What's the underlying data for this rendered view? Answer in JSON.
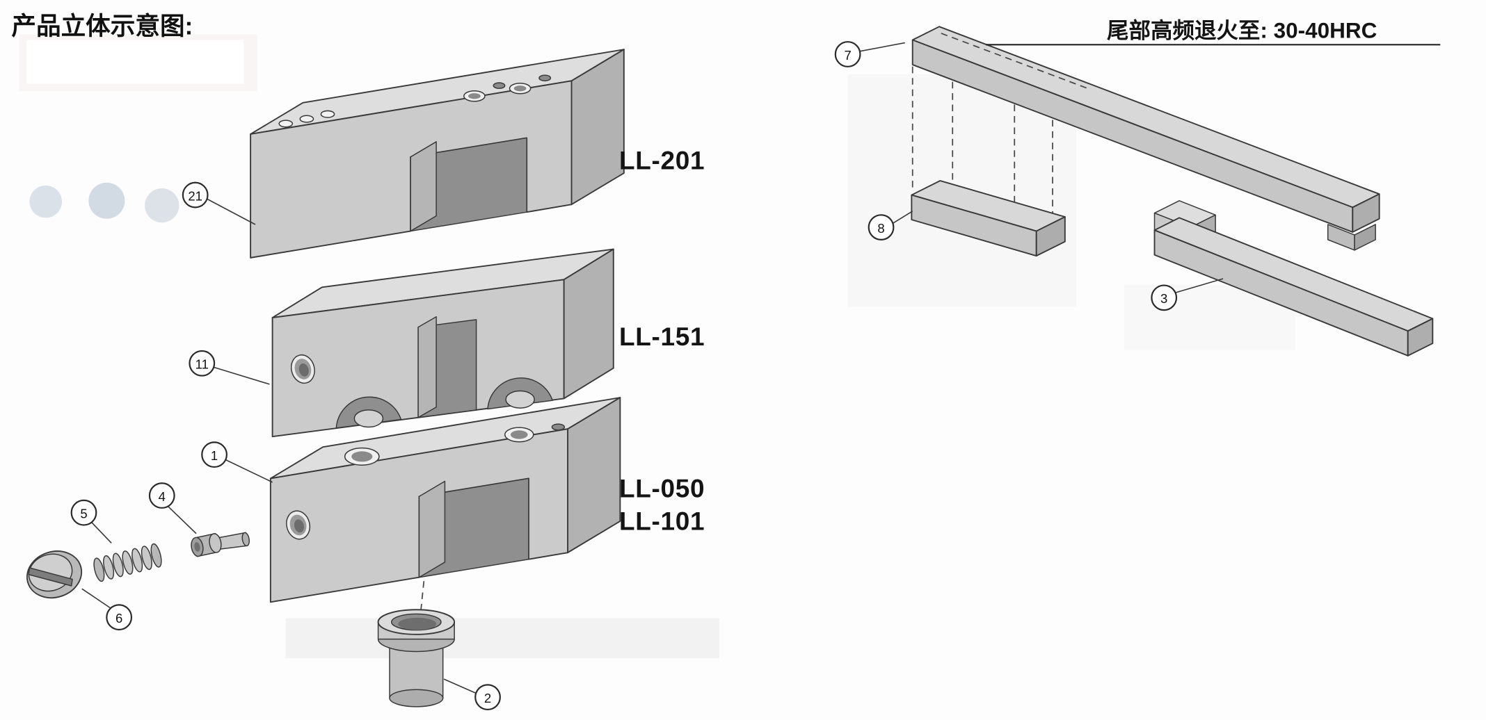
{
  "page": {
    "title": "产品立体示意图:"
  },
  "left_assembly": {
    "models": [
      {
        "label": "LL-201"
      },
      {
        "label": "LL-151"
      },
      {
        "label": "LL-050"
      },
      {
        "label": "LL-101"
      }
    ],
    "callouts": [
      {
        "number": "21"
      },
      {
        "number": "11"
      },
      {
        "number": "1"
      },
      {
        "number": "5"
      },
      {
        "number": "4"
      },
      {
        "number": "6"
      },
      {
        "number": "2"
      }
    ]
  },
  "right_assembly": {
    "callouts": [
      {
        "number": "7"
      },
      {
        "number": "8"
      },
      {
        "number": "3"
      }
    ],
    "annotation": "尾部高频退火至: 30-40HRC"
  },
  "colors": {
    "outline": "#3a3a3a",
    "block_top": "#dedede",
    "block_front": "#cbcbcb",
    "block_side": "#b2b2b2",
    "notch_interior": "#8f8f8f"
  }
}
